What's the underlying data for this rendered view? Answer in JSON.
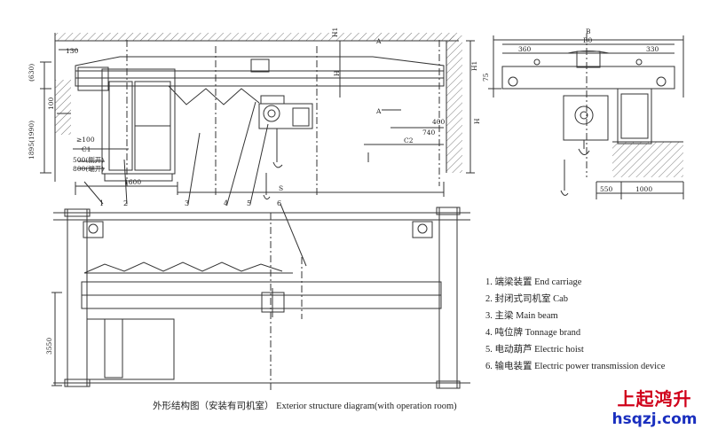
{
  "legend": {
    "items": [
      "1. 端梁装置 End carriage",
      "2. 封闭式司机室 Cab",
      "3. 主梁 Main beam",
      "4. 吨位牌 Tonnage brand",
      "5. 电动葫芦 Electric hoist",
      "6. 输电装置 Electric power transmission device"
    ]
  },
  "caption": "外形结构图（安装有司机室） Exterior structure diagram(with operation room)",
  "brand": {
    "name_cn": "上起鸿升",
    "url": "hsqzj.com"
  },
  "dimensions": {
    "d_130": "130",
    "d_630": "(630)",
    "d_1490": "1895(1990)",
    "d_100": "100",
    "d_ge100": "≥100",
    "d_c1": "C1",
    "d_500": "500(侧开)",
    "d_800": "800(端开)",
    "d_1600": "1600",
    "d_S": "S",
    "d_h1": "H1",
    "d_h": "H",
    "d_C2": "C2",
    "d_740": "740",
    "d_400": "400",
    "d_A": "A",
    "d_H": "H",
    "d_B": "B",
    "d_B0": "B0",
    "d_360": "360",
    "d_330": "330",
    "d_550": "550",
    "d_1000": "1000",
    "d_75": "75",
    "d_3550": "3550"
  },
  "callouts": [
    "1",
    "2",
    "3",
    "4",
    "5",
    "6"
  ]
}
